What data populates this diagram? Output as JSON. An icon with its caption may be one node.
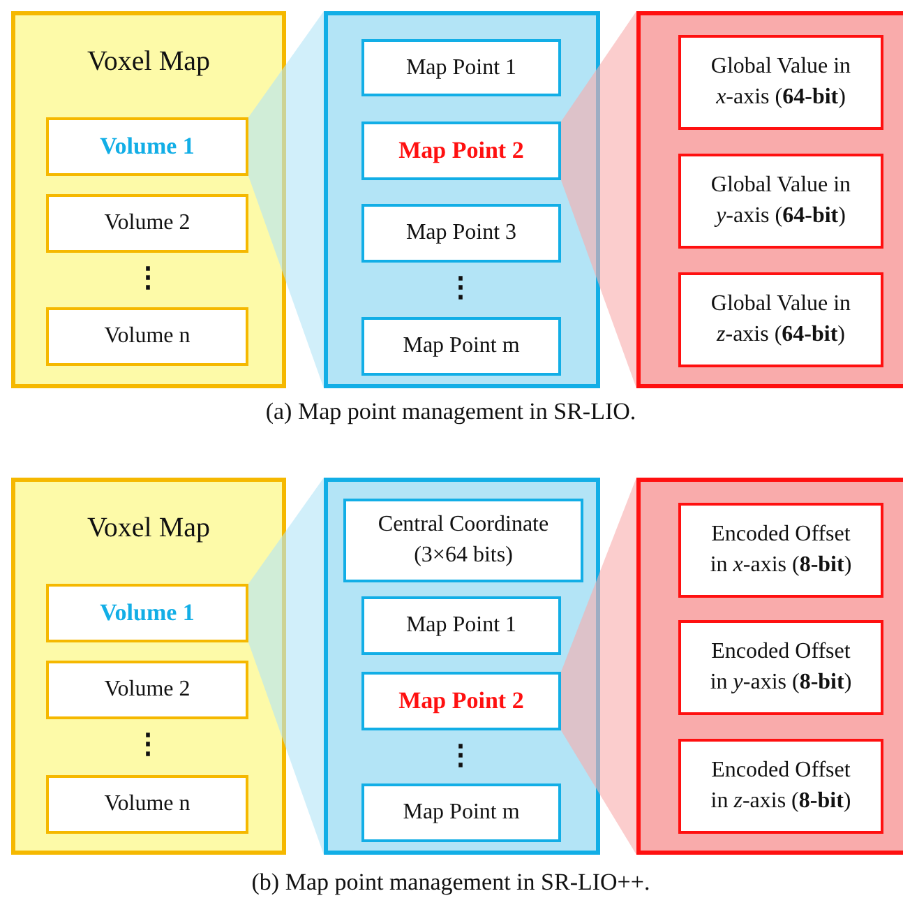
{
  "diagram": {
    "nodes": [
      {
        "text": [
          "Voxel Map"
        ]
      },
      {
        "text": [
          "Volume 1"
        ],
        "in": 0
      },
      {
        "text": [
          "Volume 2"
        ],
        "in": 0
      },
      {
        "text": [
          "Volume n"
        ],
        "in": 0
      },
      {
        "text": [],
        "shape": "box"
      },
      {
        "text": [
          "Map Point 1"
        ],
        "in": 4
      },
      {
        "text": [
          "Map Point 2"
        ],
        "in": 4
      },
      {
        "text": [
          "Map Point 3"
        ],
        "in": 4
      },
      {
        "text": [
          "Map Point m"
        ],
        "in": 4
      },
      {
        "text": [],
        "shape": "box"
      },
      {
        "text": [
          "Global Value in *x*-axis (**64-bit**)"
        ],
        "in": 9
      },
      {
        "text": [
          "Global Value in *y*-axis (**64-bit**)"
        ],
        "in": 9
      },
      {
        "text": [
          "Global Value in *z*-axis (**64-bit**)"
        ],
        "in": 9
      },
      {
        "text": [
          "Voxel Map"
        ]
      },
      {
        "text": [
          "Volume 1"
        ],
        "in": 13
      },
      {
        "text": [
          "Volume 2"
        ],
        "in": 13
      },
      {
        "text": [
          "Volume n"
        ],
        "in": 13
      },
      {
        "text": [],
        "shape": "box"
      },
      {
        "text": [
          "Central Coordinate (3×64 bits)"
        ],
        "in": 17
      },
      {
        "text": [
          "Map Point 1"
        ],
        "in": 17
      },
      {
        "text": [
          "Map Point 2"
        ],
        "in": 17
      },
      {
        "text": [
          "Map Point m"
        ],
        "in": 17
      },
      {
        "text": [],
        "shape": "box"
      },
      {
        "text": [
          "Encoded Offset in *x*-axis (**8-bit**)"
        ],
        "in": 22
      },
      {
        "text": [
          "Encoded Offset in *y*-axis (**8-bit**)"
        ],
        "in": 22
      },
      {
        "text": [
          "Encoded Offset in *z*-axis (**8-bit**)"
        ],
        "in": 22
      }
    ],
    "edges": [
      {
        "from": 1,
        "to": 4,
        "arrow": "none",
        "color": "#b3e4f6"
      },
      {
        "from": 6,
        "to": 9,
        "arrow": "none",
        "color": "#f9abab"
      },
      {
        "from": 14,
        "to": 17,
        "arrow": "none",
        "color": "#b3e4f6"
      },
      {
        "from": 20,
        "to": 22,
        "arrow": "none",
        "color": "#f9abab"
      }
    ],
    "labels": [
      "⋮",
      "⋮",
      "(a) Map point management in SR-LIO.",
      "⋮",
      "⋮",
      "(b) Map point management in SR-LIO++."
    ]
  }
}
